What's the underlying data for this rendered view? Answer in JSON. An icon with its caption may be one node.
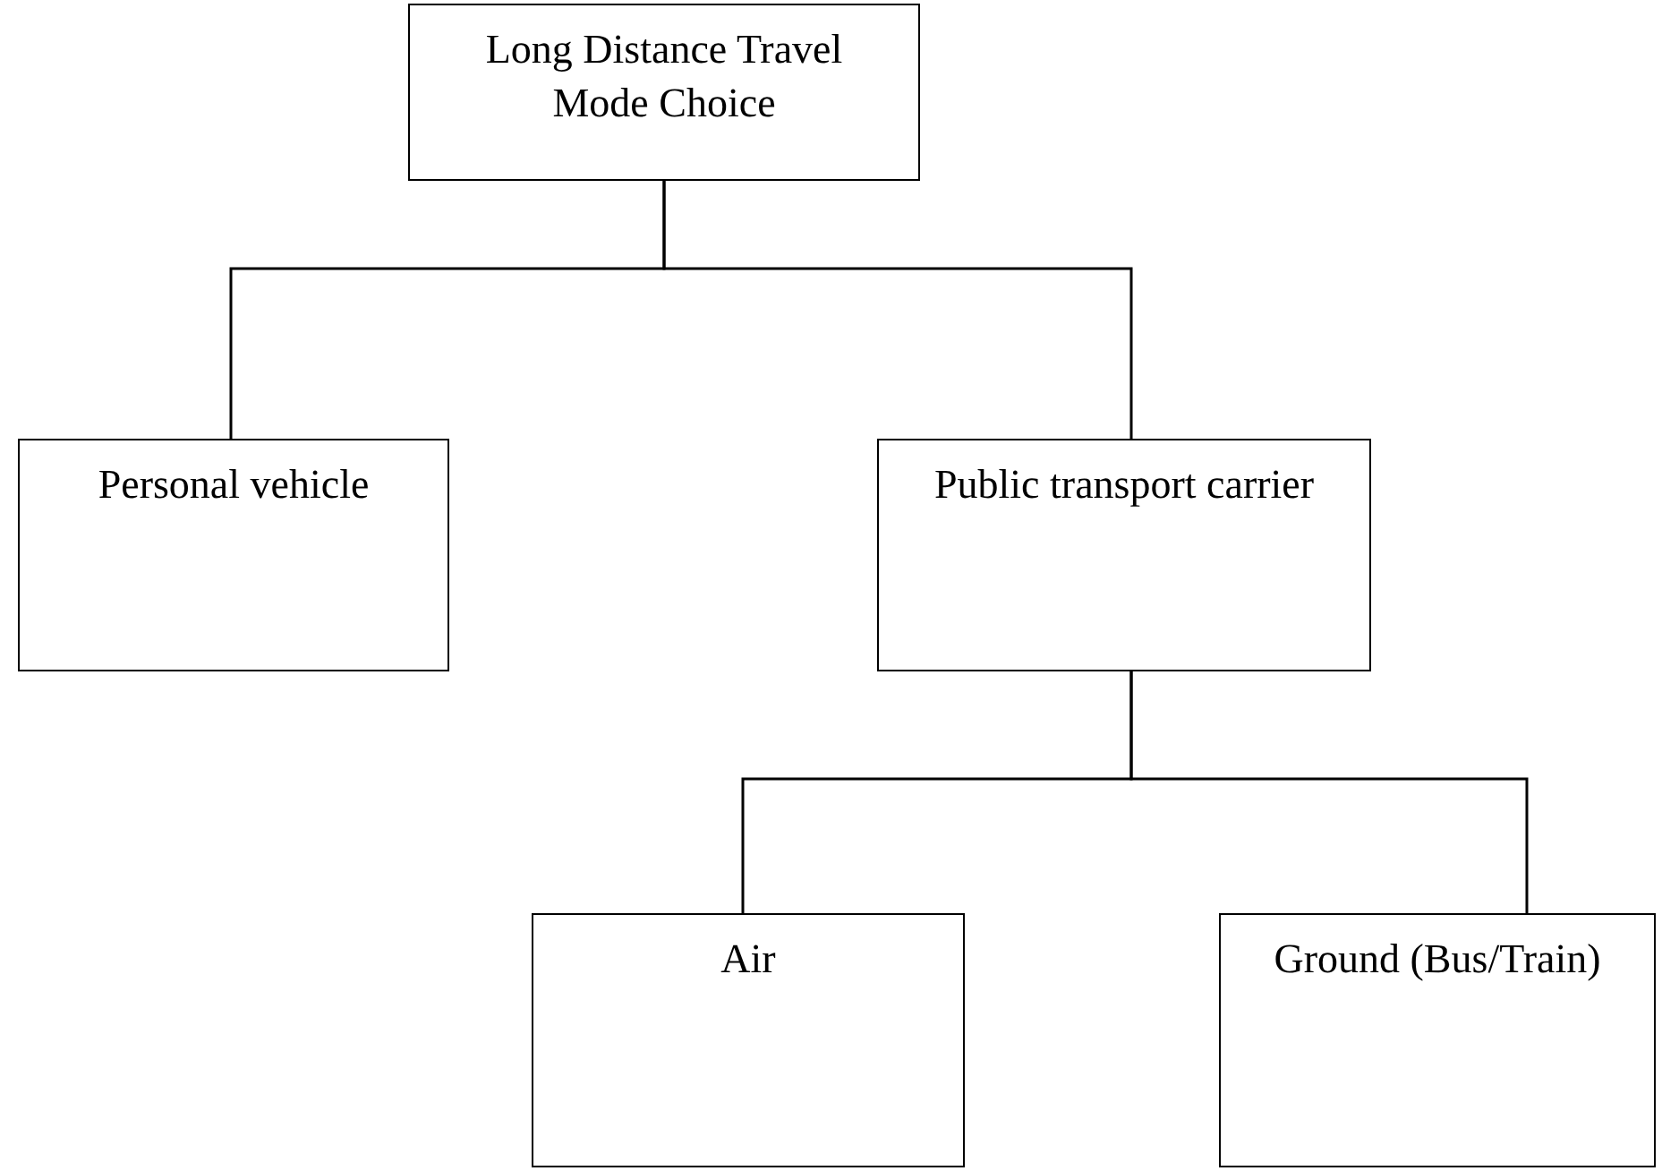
{
  "diagram": {
    "nodes": [
      {
        "text": [
          "Long Distance Travel Mode Choice"
        ]
      },
      {
        "text": [
          "Personal vehicle"
        ]
      },
      {
        "text": [
          "Public transport carrier"
        ]
      },
      {
        "text": [
          "Air"
        ]
      },
      {
        "text": [
          "Ground (Bus/Train)"
        ]
      }
    ],
    "edges": [
      {
        "from": 0,
        "to": 1,
        "arrow": "none"
      },
      {
        "from": 0,
        "to": 2,
        "arrow": "none"
      },
      {
        "from": 2,
        "to": 3,
        "arrow": "none"
      },
      {
        "from": 2,
        "to": 4,
        "arrow": "none"
      }
    ]
  }
}
